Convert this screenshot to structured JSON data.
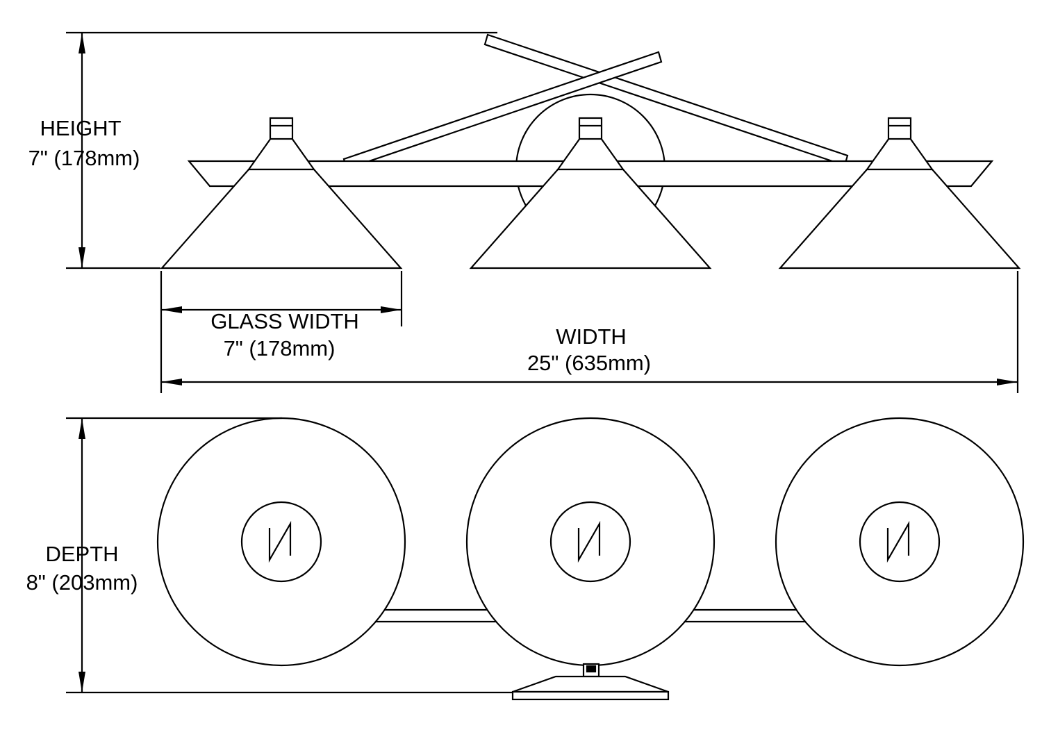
{
  "colors": {
    "line": "#000000",
    "background": "#ffffff"
  },
  "drawing": {
    "type": "technical-dimension-drawing",
    "subject": "3-light vanity fixture with cone shades",
    "views": [
      {
        "name": "front-elevation",
        "lights": 3
      },
      {
        "name": "top-plan",
        "lights": 3
      }
    ],
    "dimensions": {
      "height": {
        "label": "HEIGHT",
        "value": "7\" (178mm)"
      },
      "glass_width": {
        "label": "GLASS WIDTH",
        "value": "7\" (178mm)"
      },
      "width": {
        "label": "WIDTH",
        "value": "25\" (635mm)"
      },
      "depth": {
        "label": "DEPTH",
        "value": "8\" (203mm)"
      }
    }
  }
}
